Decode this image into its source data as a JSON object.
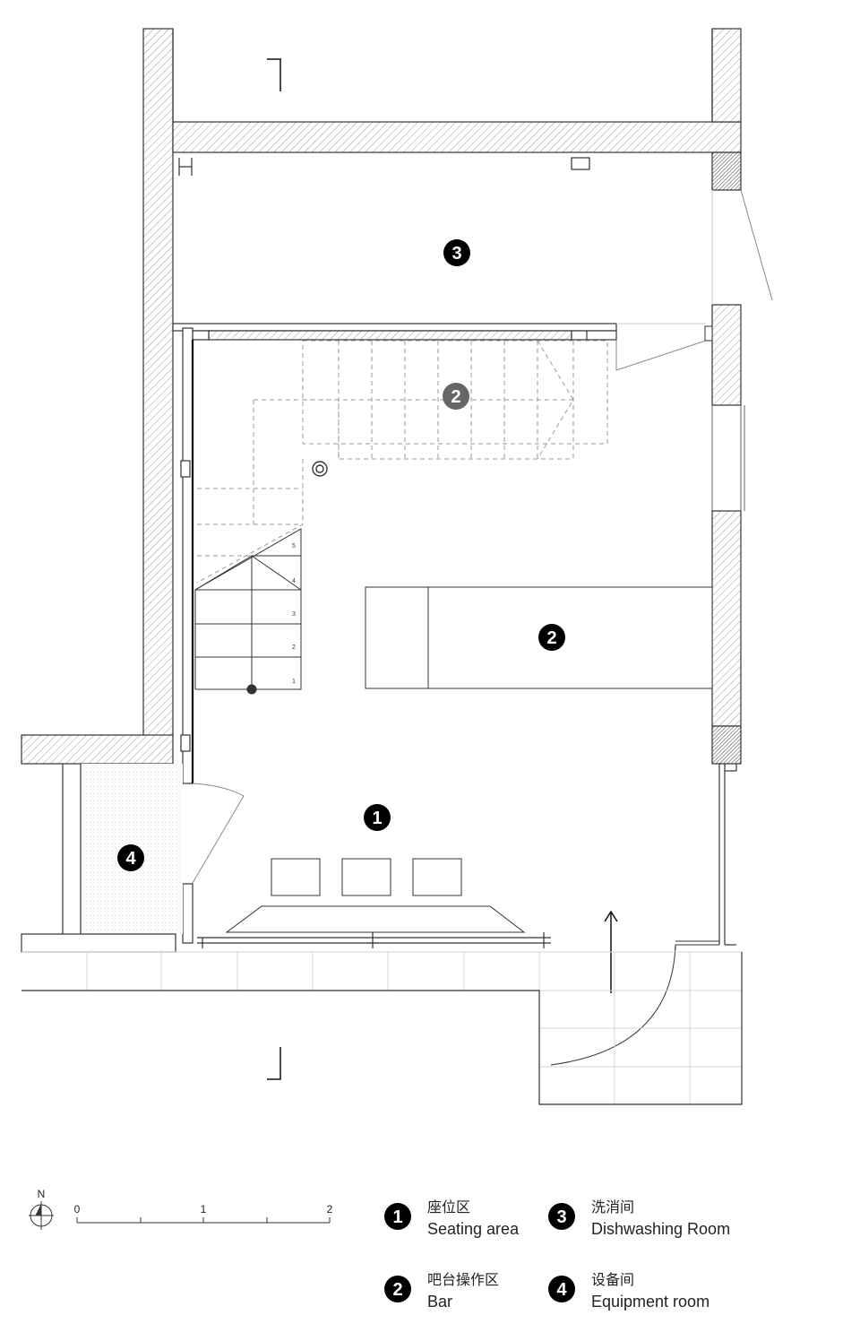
{
  "markers": {
    "m1": "1",
    "m2": "2",
    "m2_stair": "2",
    "m3": "3",
    "m4": "4"
  },
  "stair_steps": [
    "1",
    "2",
    "3",
    "4",
    "5"
  ],
  "north_label": "N",
  "scale": {
    "ticks": [
      "0",
      "1",
      "2"
    ]
  },
  "legend": [
    {
      "num": "1",
      "cn": "座位区",
      "en": "Seating area"
    },
    {
      "num": "2",
      "cn": "吧台操作区",
      "en": "Bar"
    },
    {
      "num": "3",
      "cn": "洗消间",
      "en": "Dishwashing Room"
    },
    {
      "num": "4",
      "cn": "设备间",
      "en": "Equipment room"
    }
  ],
  "colors": {
    "line": "#333333",
    "hatch": "#999999",
    "marker_fill": "#000000",
    "marker_stair_fill": "#666666"
  }
}
